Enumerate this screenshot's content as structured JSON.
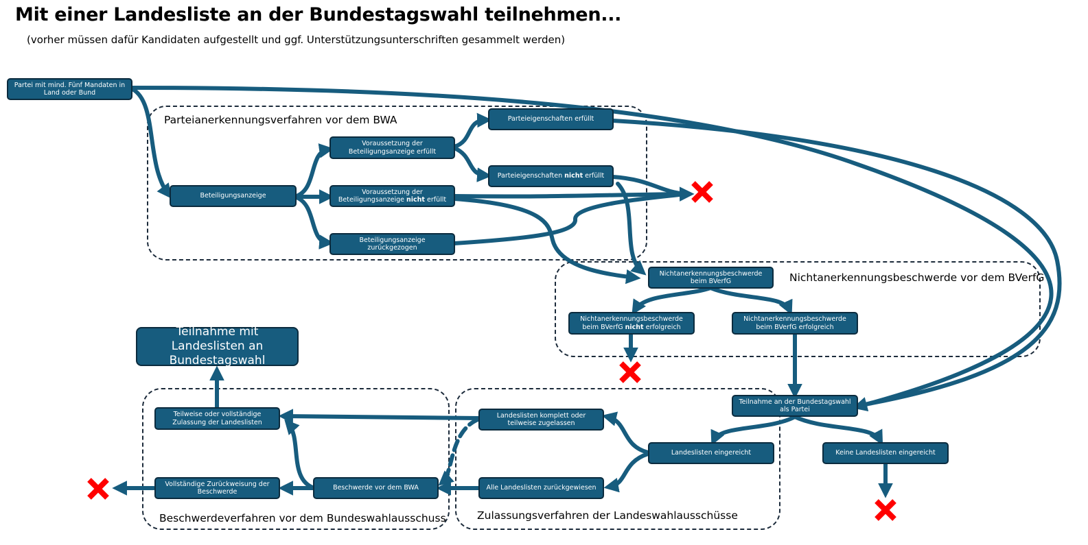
{
  "title": "Mit einer Landesliste an der Bundestagswahl teilnehmen...",
  "subtitle": "(vorher müssen dafür Kandidaten aufgestellt und ggf. Unterstützungsunterschriften gesammelt werden)",
  "colors": {
    "node_fill": "#175c7e",
    "node_border": "#0b2b3e",
    "arrow": "#175c7e",
    "stop": "#ff0000"
  },
  "regions": {
    "bwa": "Parteianerkennungsverfahren vor dem BWA",
    "bverfg": "Nichtanerkennungsbeschwerde vor dem BVerfG",
    "beschwerde": "Beschwerdeverfahren vor dem Bundeswahlausschuss",
    "zulassung": "Zulassungsverfahren der Landeswahlausschüsse"
  },
  "nodes": {
    "partei_mandate": "Partei mit mind. Fünf Mandaten in Land oder Bund",
    "beteiligungsanzeige": "Beteiligungsanzeige",
    "voraussetzung_erfuellt": "Voraussetzung der Beteiligungsanzeige erfüllt",
    "voraussetzung_nicht_pre": "Voraussetzung der Beteiligungsanzeige ",
    "voraussetzung_nicht_bold": "nicht",
    "voraussetzung_nicht_post": " erfüllt",
    "zurueckgezogen": "Beteiligungsanzeige zurückgezogen",
    "parteieigenschaften_erfuellt": "Parteieigenschaften erfüllt",
    "parteieigenschaften_nicht_pre": "Parteieigenschaften ",
    "parteieigenschaften_nicht_bold": "nicht",
    "parteieigenschaften_nicht_post": " erfüllt",
    "nab_bverfg": "Nichtanerkennungsbeschwerde beim BVerfG",
    "nab_nicht_pre": "Nichtanerkennungsbeschwerde beim BVerfG ",
    "nab_nicht_bold": "nicht",
    "nab_nicht_post": " erfolgreich",
    "nab_erfolgreich": "Nichtanerkennungsbeschwerde beim BVerfG erfolgreich",
    "teilnahme_partei": "Teilnahme an der Bundestagswahl als Partei",
    "landeslisten_eingereicht": "Landeslisten eingereicht",
    "keine_landeslisten": "Keine Landeslisten eingereicht",
    "landeslisten_zugelassen": "Landeslisten komplett oder teilweise zugelassen",
    "alle_zurueckgewiesen": "Alle Landeslisten zurückgewiesen",
    "beschwerde_bwa": "Beschwerde vor dem BWA",
    "zulassung_landeslisten": "Teilweise oder vollständige Zulassung der Landeslisten",
    "vollstaendige_zurueckweisung": "Vollständige Zurückweisung der Beschwerde",
    "teilnahme_landeslisten": "Teilnahme mit Landeslisten an Bundestagswahl"
  }
}
